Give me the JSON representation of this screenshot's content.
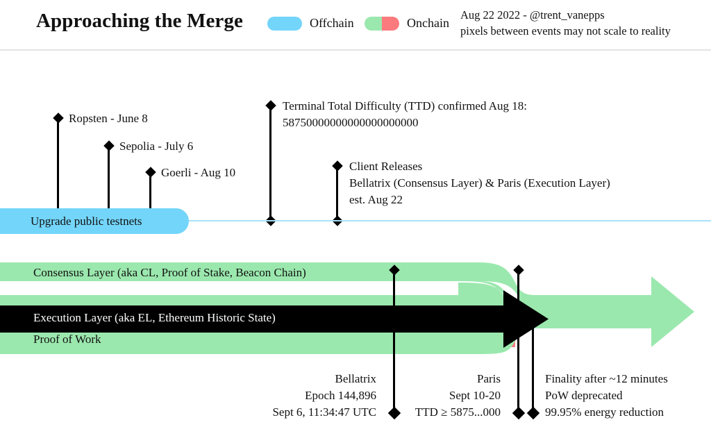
{
  "header": {
    "title": "Approaching the Merge",
    "legend": [
      {
        "key": "offchain",
        "label": "Offchain",
        "color_left": "#73d5f9",
        "color_right": "#73d5f9"
      },
      {
        "key": "onchain",
        "label": "Onchain",
        "color_left": "#9be8ae",
        "color_right": "#fb7a7e"
      }
    ],
    "meta_line_1": "Aug 22 2022 - @trent_vanepps",
    "meta_line_2": "pixels between events may not scale to reality"
  },
  "colors": {
    "offchain_blue": "#73d5f9",
    "offchain_line": "#a9e2fa",
    "consensus_green": "#9be8ae",
    "proof_of_work_red": "#fb7a7e",
    "execution_black": "#000000",
    "divider": "#e4e4e4"
  },
  "tracks": {
    "testnet": {
      "label": "Upgrade public testnets"
    },
    "consensus": {
      "label": "Consensus Layer (aka CL, Proof of Stake, Beacon Chain)"
    },
    "execution": {
      "label": "Execution Layer (aka EL, Ethereum Historic State)"
    },
    "proof_of_work": {
      "label": "Proof of Work"
    }
  },
  "events_above": [
    {
      "id": "ropsten",
      "label": "Ropsten - June 8"
    },
    {
      "id": "sepolia",
      "label": "Sepolia - July 6"
    },
    {
      "id": "goerli",
      "label": "Goerli - Aug 10"
    },
    {
      "id": "ttd",
      "line_1": "Terminal Total Difficulty (TTD) confirmed Aug 18:",
      "line_2": "58750000000000000000000"
    },
    {
      "id": "client-releases",
      "line_1": "Client Releases",
      "line_2": "Bellatrix (Consensus Layer) & Paris (Execution Layer)",
      "line_3": "est. Aug 22"
    }
  ],
  "events_below": [
    {
      "id": "bellatrix",
      "line_1": "Bellatrix",
      "line_2": "Epoch 144,896",
      "line_3": "Sept 6, 11:34:47 UTC"
    },
    {
      "id": "paris",
      "line_1": "Paris",
      "line_2": "Sept 10-20",
      "line_3": "TTD ≥ 5875...000"
    },
    {
      "id": "finality",
      "line_1": "Finality after ~12 minutes",
      "line_2": "PoW deprecated",
      "line_3": "99.95% energy reduction"
    }
  ]
}
